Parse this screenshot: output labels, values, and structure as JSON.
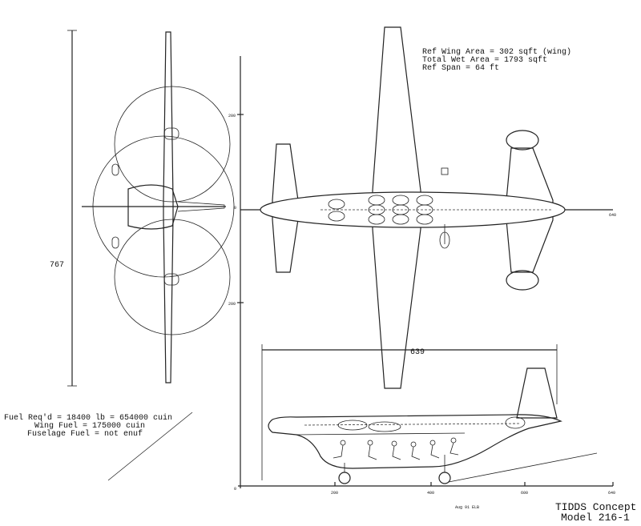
{
  "specs": {
    "line1": "Ref Wing Area = 302 sqft (wing)",
    "line2": "Total Wet Area = 1793 sqft",
    "line3": "Ref Span = 64 ft"
  },
  "fuel": {
    "line1": "Fuel Req'd  = 18400 lb  = 654000 cuin",
    "line2": "Wing Fuel  = 175000 cuin",
    "line3": "Fuselage Fuel  =  not enuf"
  },
  "dimensions": {
    "front_height": "767",
    "side_length": "639"
  },
  "axes": {
    "vertical_ticks": [
      "200",
      "0",
      "200"
    ],
    "horizontal_ticks": [
      "0",
      "200",
      "400",
      "600",
      "640"
    ],
    "topview_end": "640"
  },
  "footer": {
    "date_initials": "Aug 91  ELB",
    "title_line1": "TIDDS Concept",
    "title_line2": "Model 216-1"
  }
}
